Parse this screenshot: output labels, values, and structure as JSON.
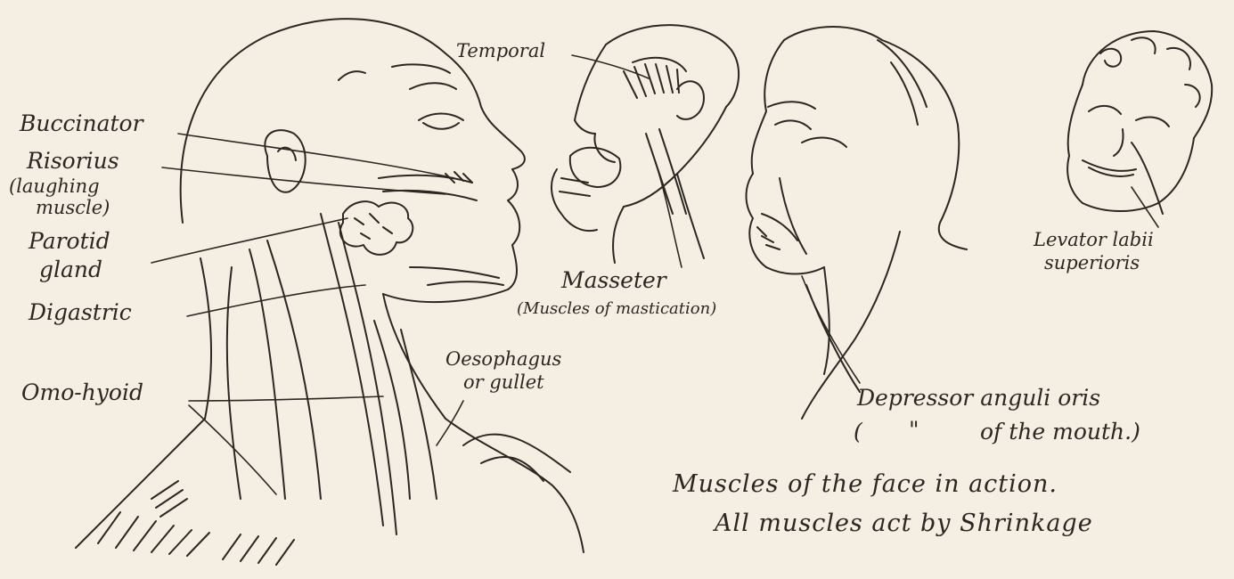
{
  "labels": {
    "buccinator": "Buccinator",
    "risorius": "Risorius",
    "laughing_1": "(laughing",
    "laughing_2": "muscle)",
    "parotid_1": "Parotid",
    "parotid_2": "gland",
    "digastric": "Digastric",
    "omohyoid": "Omo-hyoid",
    "oesophagus_1": "Oesophagus",
    "oesophagus_2": "or gullet",
    "temporal": "Temporal",
    "masseter": "Masseter",
    "mastication": "(Muscles of mastication)",
    "levator_1": "Levator labii",
    "levator_2": "superioris",
    "depressor": "Depressor anguli oris",
    "depressor_open": "(",
    "depressor_ditto": "\"",
    "depressor_2": "of the mouth.)"
  },
  "caption": {
    "line1": "Muscles of the face in action.",
    "line2": "All muscles act by  Shrinkage"
  },
  "colors": {
    "paper": "#f4eee3",
    "ink": "#2b2722"
  }
}
